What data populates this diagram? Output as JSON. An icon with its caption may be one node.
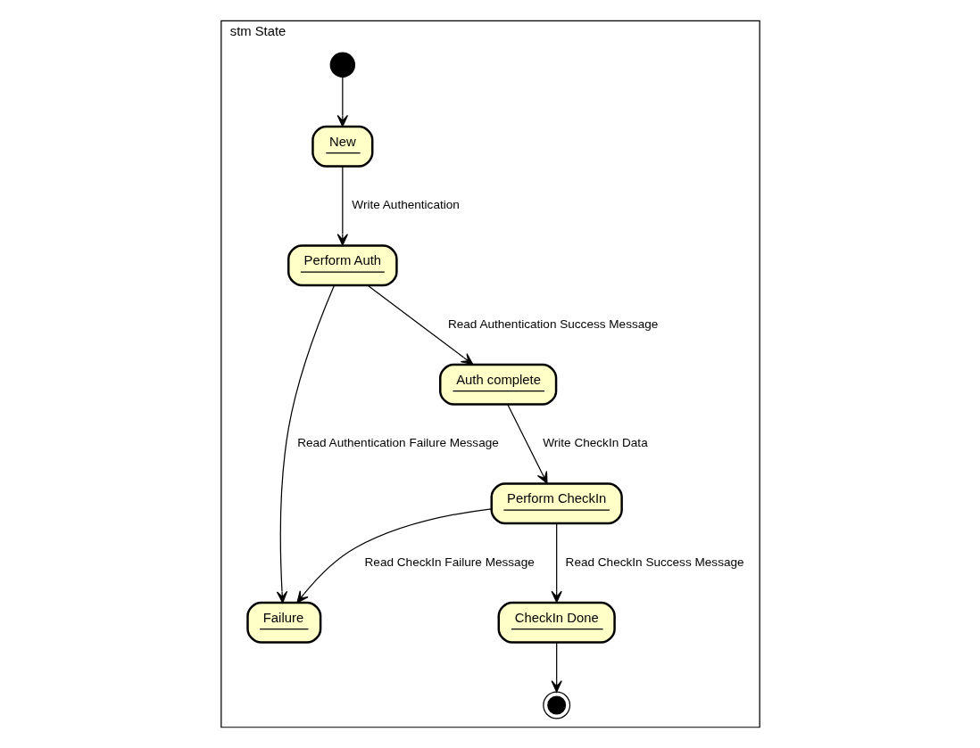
{
  "diagram": {
    "nodes": [
      {
        "text": [
          "stm State"
        ]
      },
      {
        "text": [],
        "shape": "circle",
        "in": 0
      },
      {
        "text": [
          "New"
        ],
        "in": 0
      },
      {
        "text": [
          "Perform Auth"
        ],
        "in": 0
      },
      {
        "text": [
          "Failure"
        ],
        "in": 0
      },
      {
        "text": [
          "Auth complete"
        ],
        "in": 0
      },
      {
        "text": [
          "Perform CheckIn"
        ],
        "in": 0
      },
      {
        "text": [
          "CheckIn Done"
        ],
        "in": 0
      },
      {
        "text": [],
        "shape": "bullseye",
        "in": 0
      }
    ],
    "edges": [
      {
        "from": 1,
        "to": 2,
        "arrow": "to"
      },
      {
        "from": 2,
        "to": 3,
        "arrow": "to",
        "label": "Write Authentication"
      },
      {
        "from": 3,
        "to": 4,
        "arrow": "to",
        "label": "Read Authentication Failure Message"
      },
      {
        "from": 3,
        "to": 5,
        "arrow": "to",
        "label": "Read Authentication Success Message"
      },
      {
        "from": 5,
        "to": 6,
        "arrow": "to",
        "label": "Write CheckIn Data"
      },
      {
        "from": 6,
        "to": 4,
        "arrow": "to",
        "label": "Read CheckIn Failure Message"
      },
      {
        "from": 6,
        "to": 7,
        "arrow": "to",
        "label": "Read CheckIn Success Message"
      },
      {
        "from": 7,
        "to": 8,
        "arrow": "to"
      }
    ]
  }
}
